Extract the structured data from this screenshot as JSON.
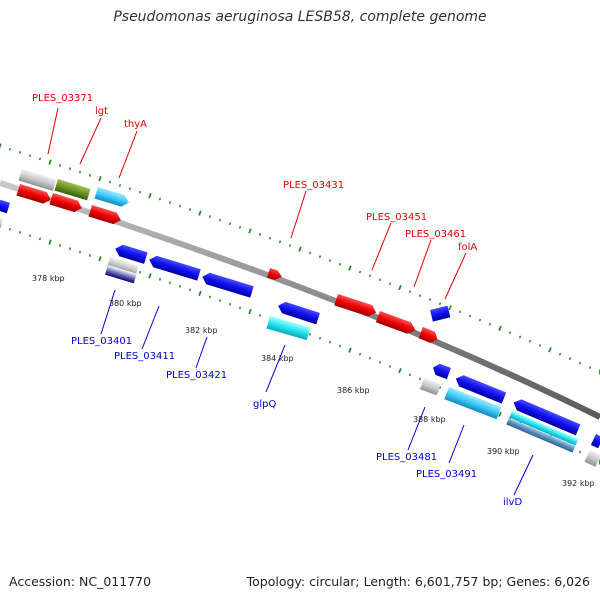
{
  "title": "Pseudomonas aeruginosa LESB58, complete genome",
  "footer": {
    "accession": "Accession: NC_011770",
    "summary": "Topology: circular; Length: 6,601,757 bp; Genes: 6,026"
  },
  "colors": {
    "backbone": "#8a8a8a",
    "tick": "#2a8a2a",
    "label_top": "#e00000",
    "label_bottom": "#0000cc",
    "ruler_text": "#222222"
  },
  "ruler": [
    {
      "label": "378 kbp",
      "kb": 378
    },
    {
      "label": "380 kbp",
      "kb": 380
    },
    {
      "label": "382 kbp",
      "kb": 382
    },
    {
      "label": "384 kbp",
      "kb": 384
    },
    {
      "label": "386 kbp",
      "kb": 386
    },
    {
      "label": "388 kbp",
      "kb": 388
    },
    {
      "label": "390 kbp",
      "kb": 390
    },
    {
      "label": "392 kbp",
      "kb": 392
    }
  ],
  "top_labels": [
    {
      "text": "PLES_03371"
    },
    {
      "text": "lgt"
    },
    {
      "text": "thyA"
    },
    {
      "text": "PLES_03431"
    },
    {
      "text": "PLES_03451"
    },
    {
      "text": "PLES_03461"
    },
    {
      "text": "folA"
    }
  ],
  "bottom_labels": [
    {
      "text": "PLES_03401"
    },
    {
      "text": "PLES_03411"
    },
    {
      "text": "PLES_03421"
    },
    {
      "text": "glpQ"
    },
    {
      "text": "PLES_03481"
    },
    {
      "text": "PLES_03491"
    },
    {
      "text": "ilvD"
    }
  ]
}
